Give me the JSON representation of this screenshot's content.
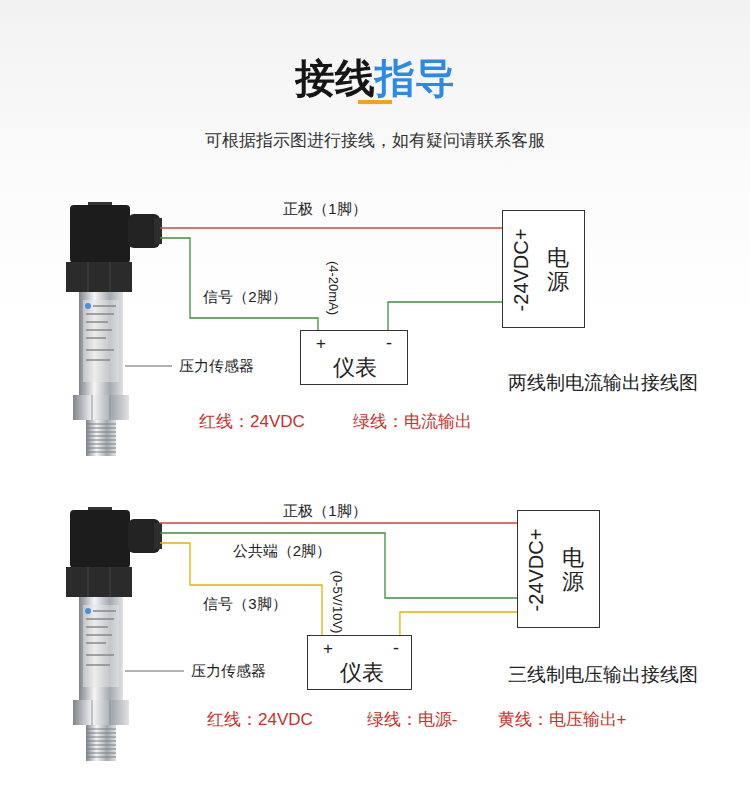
{
  "diagram": {
    "title": "接线指导",
    "nodes": [
      {
        "text": [
          "-24VDC+",
          "电源"
        ]
      },
      {
        "text": [
          "+",
          "-",
          "仪表"
        ]
      },
      {
        "text": [
          "-24VDC+",
          "电源"
        ]
      },
      {
        "text": [
          "+",
          "-",
          "仪表"
        ]
      }
    ],
    "edges": [
      {
        "from": 1,
        "to": 0,
        "arrow": "none"
      },
      {
        "from": 3,
        "to": 2,
        "arrow": "none"
      }
    ],
    "labels": [
      "可根据指示图进行接线，如有疑问请联系客服",
      "正极（1脚）",
      "信号（2脚）",
      "(4-20mA)",
      "压力传感器",
      "两线制电流输出接线图",
      "红线：24VDC",
      "绿线：电流输出",
      "正极（1脚）",
      "公共端（2脚）",
      "(0-5V/10V)",
      "信号（3脚）",
      "压力传感器",
      "三线制电压输出接线图",
      "红线：24VDC",
      "绿线：电源-",
      "黄线：电压输出+"
    ]
  }
}
